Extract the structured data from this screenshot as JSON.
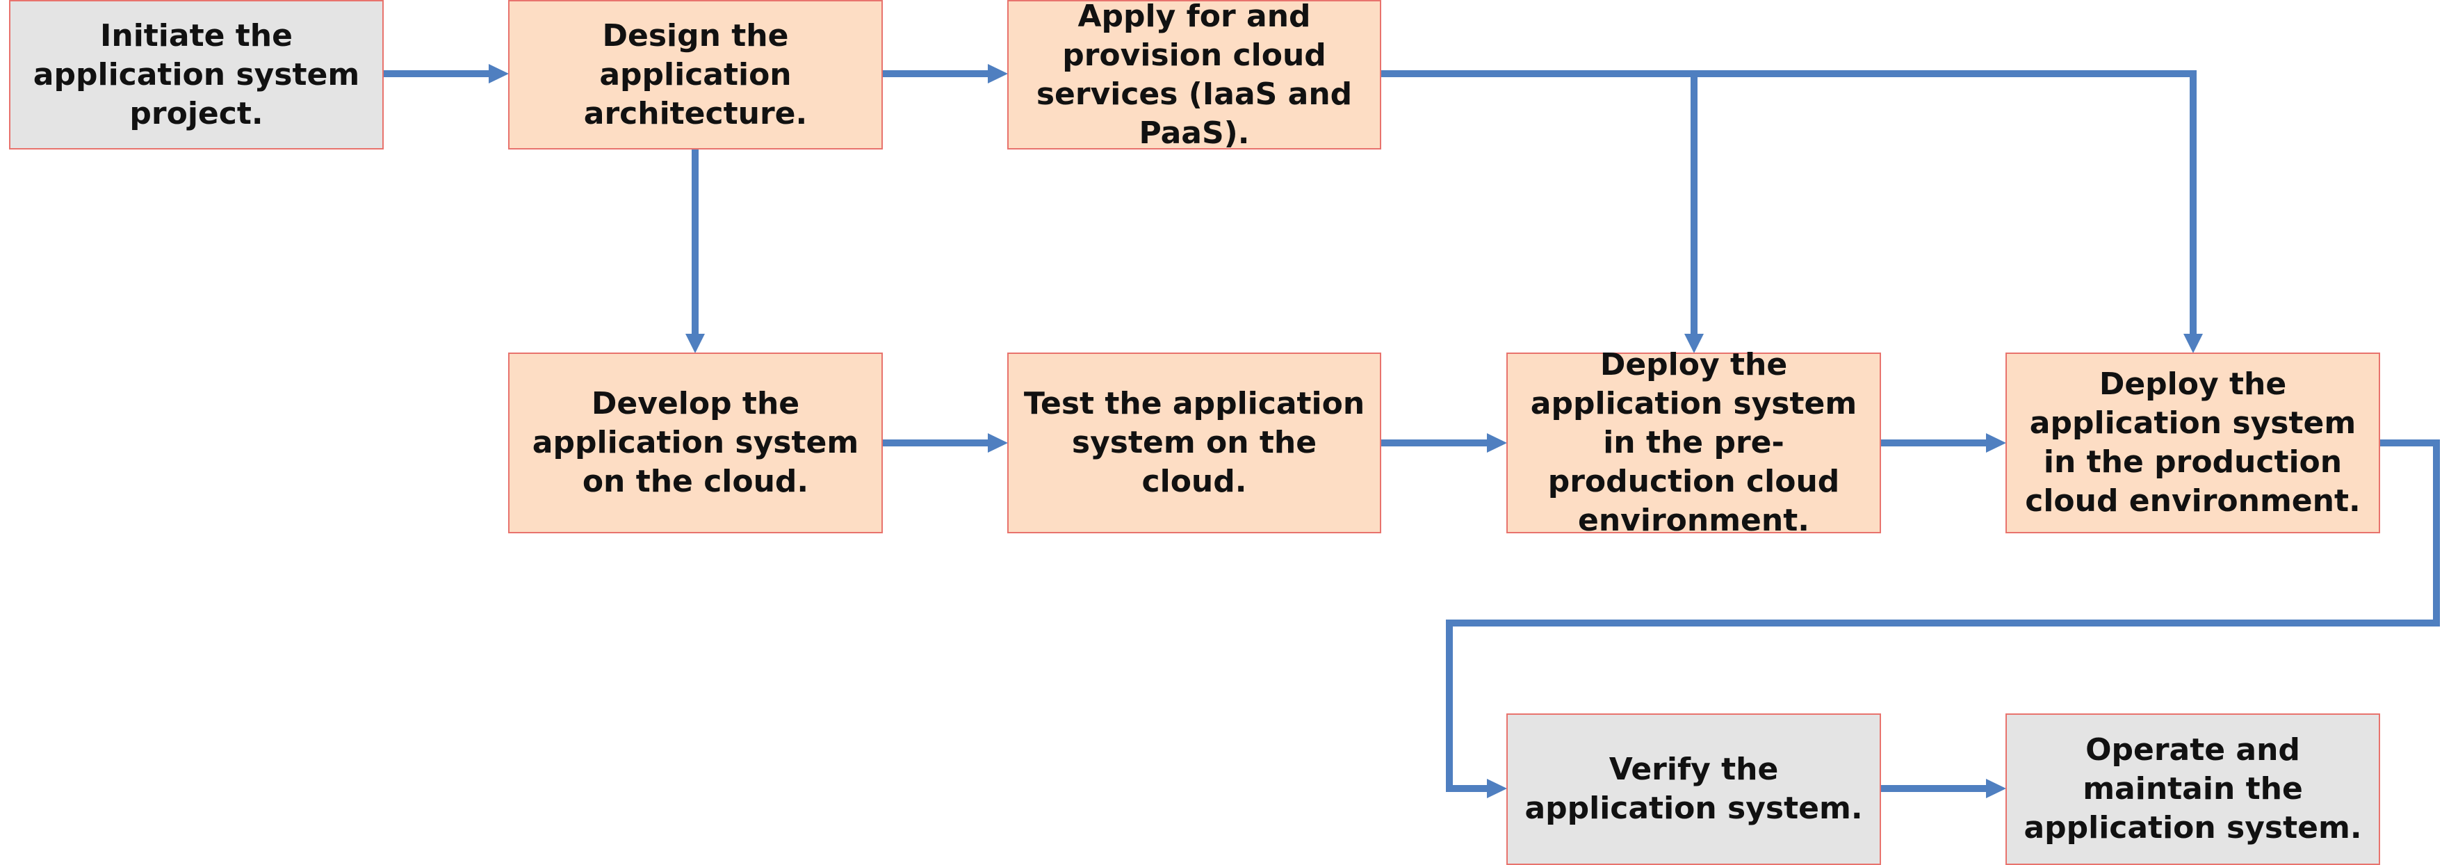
{
  "colors": {
    "connector": "#4f7fc0",
    "node_border": "#e8736d",
    "node_gray": "#e4e4e4",
    "node_peach": "#fdddc4",
    "text": "#111111"
  },
  "nodes": {
    "initiate": "Initiate the application system project.",
    "design": "Design the application architecture.",
    "apply": "Apply for and provision cloud services (IaaS and PaaS).",
    "develop": "Develop the application system on the cloud.",
    "test": "Test the application system on the cloud.",
    "deploy_pre": "Deploy the application system in the pre-production cloud environment.",
    "deploy_prod": "Deploy the application system in the production cloud environment.",
    "verify": "Verify the application system.",
    "operate": "Operate and maintain the application system."
  },
  "edges": [
    {
      "from": "initiate",
      "to": "design"
    },
    {
      "from": "design",
      "to": "apply"
    },
    {
      "from": "design",
      "to": "develop"
    },
    {
      "from": "apply",
      "to": "deploy_pre"
    },
    {
      "from": "apply",
      "to": "deploy_prod"
    },
    {
      "from": "develop",
      "to": "test"
    },
    {
      "from": "test",
      "to": "deploy_pre"
    },
    {
      "from": "deploy_pre",
      "to": "deploy_prod"
    },
    {
      "from": "deploy_prod",
      "to": "verify"
    },
    {
      "from": "verify",
      "to": "operate"
    }
  ]
}
